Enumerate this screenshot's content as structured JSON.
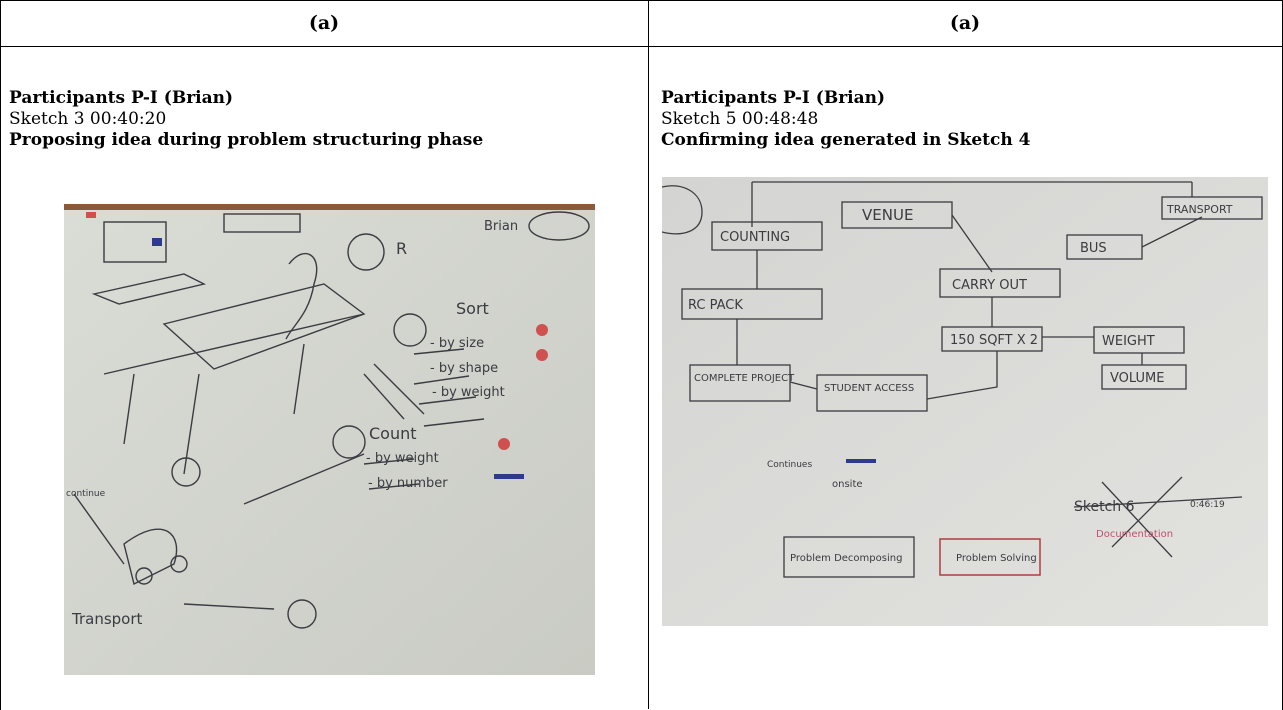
{
  "left": {
    "label": "(a)",
    "participant": "Participants P-I (Brian)",
    "sketch": "Sketch 3 00:40:20",
    "description": "Proposing idea during problem structuring phase",
    "photo_text": {
      "name": "Brian",
      "r": "R",
      "sort": "Sort",
      "by1": "- by size",
      "by2": "- by shape",
      "by3": "- by weight",
      "count": "Count",
      "cby1": "- by weight",
      "cby2": "- by number",
      "transport": "Transport",
      "cont": "continue"
    }
  },
  "right": {
    "label": "(a)",
    "participant": "Participants P-I (Brian)",
    "sketch": "Sketch 5 00:48:48",
    "description": "Confirming idea generated in Sketch 4",
    "photo_text": {
      "venue": "VENUE",
      "transport": "TRANSPORT",
      "counting": "COUNTING",
      "bus": "BUS",
      "carry": "CARRY OUT",
      "rc": "RC PACK",
      "size": "150 SQFT X 2",
      "weight": "WEIGHT",
      "volume": "VOLUME",
      "complete": "COMPLETE PROJECT",
      "student": "STUDENT ACCESS",
      "continue": "Continues",
      "onsite": "onsite",
      "pd": "Problem Decomposing",
      "ps": "Problem Solving",
      "sketch6": "Sketch 6",
      "time": "0:46:19",
      "doc": "Documentation"
    }
  }
}
